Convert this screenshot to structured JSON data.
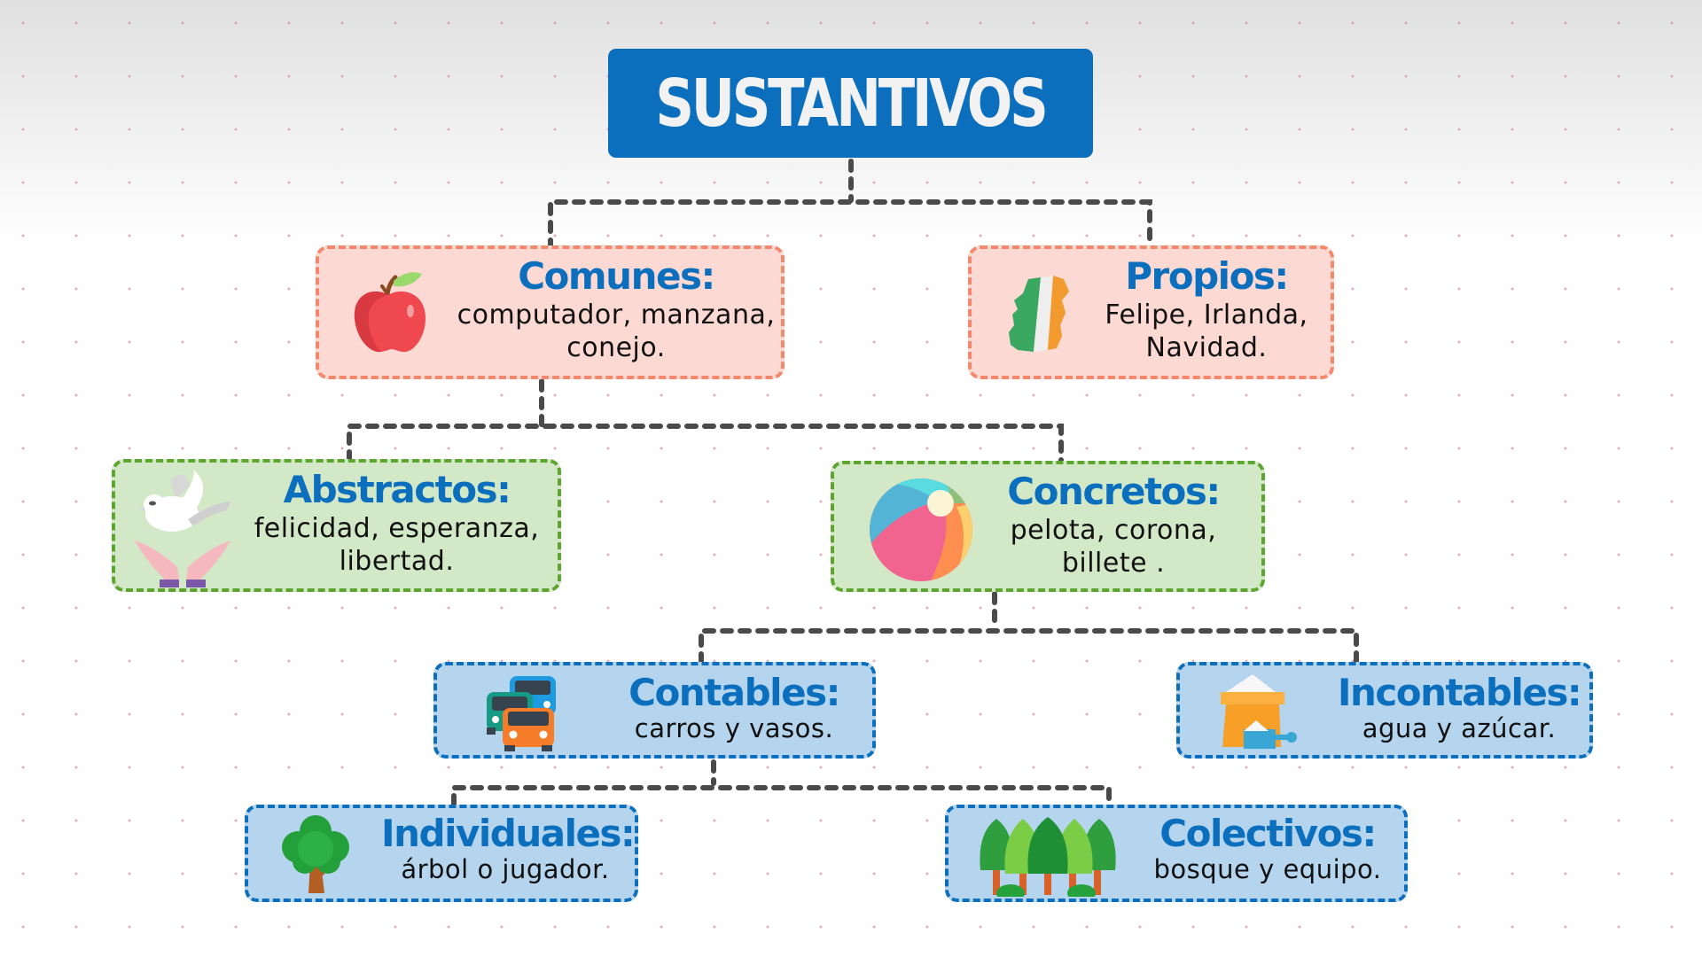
{
  "title": "SUSTANTIVOS",
  "colors": {
    "title_bg": "#0b6fbd",
    "title_text": "#f2f2f2",
    "label_text": "#0b6fbd",
    "connector": "#4a4a4a",
    "pink_bg": "#fdd9d3",
    "pink_border": "#f5876c",
    "green_bg": "#d3e8c7",
    "green_border": "#5ca62f",
    "blue_bg": "#b5d4ee",
    "blue_border": "#0b6fbd"
  },
  "nodes": {
    "comunes": {
      "label": "Comunes:",
      "examples_line1": "computador, manzana,",
      "examples_line2": "conejo.",
      "icon": "apple-icon"
    },
    "propios": {
      "label": "Propios:",
      "examples_line1": "Felipe, Irlanda,",
      "examples_line2": "Navidad.",
      "icon": "ireland-map-icon"
    },
    "abstractos": {
      "label": "Abstractos:",
      "examples_line1": "felicidad, esperanza,",
      "examples_line2": "libertad.",
      "icon": "dove-hands-icon"
    },
    "concretos": {
      "label": "Concretos:",
      "examples_line1": "pelota, corona,",
      "examples_line2": "billete .",
      "icon": "beach-ball-icon"
    },
    "contables": {
      "label": "Contables:",
      "examples_line1": "carros y vasos.",
      "icon": "cars-icon"
    },
    "incontables": {
      "label": "Incontables:",
      "examples_line1": "agua y azúcar.",
      "icon": "sugar-sack-icon"
    },
    "individuales": {
      "label": "Individuales:",
      "examples_line1": "árbol o jugador.",
      "icon": "tree-icon"
    },
    "colectivos": {
      "label": "Colectivos:",
      "examples_line1": "bosque y equipo.",
      "icon": "forest-icon"
    }
  }
}
